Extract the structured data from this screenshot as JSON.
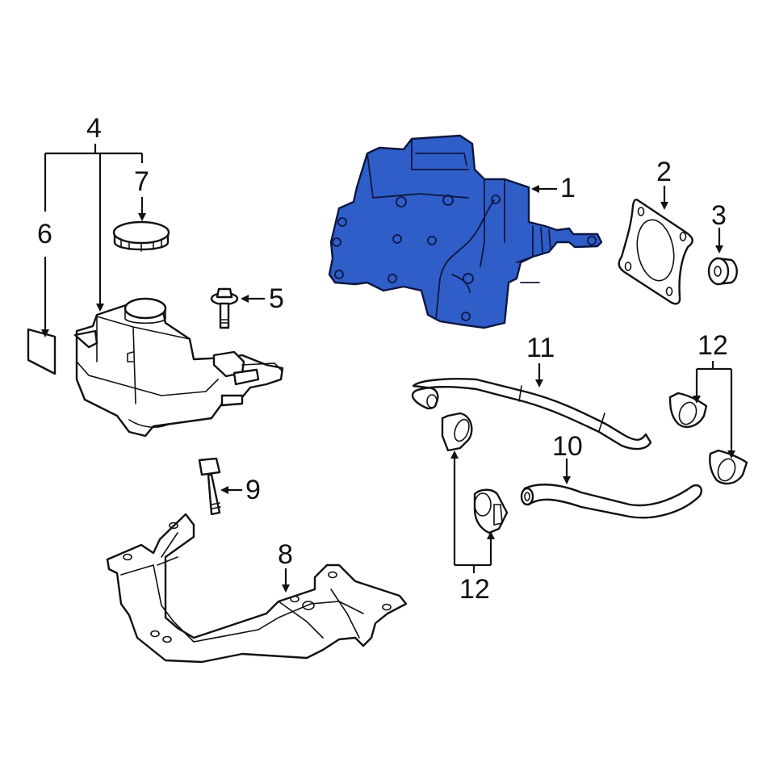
{
  "diagram": {
    "type": "exploded-parts-diagram",
    "highlight_color": "#2f5ec9",
    "outline_color": "#0e1640",
    "line_color": "#111111",
    "background": "#ffffff"
  },
  "parts": [
    {
      "number": "1",
      "name": "Brake booster / master cylinder assembly",
      "highlighted": true
    },
    {
      "number": "2",
      "name": "Gasket"
    },
    {
      "number": "3",
      "name": "Nut"
    },
    {
      "number": "4",
      "name": "Reservoir"
    },
    {
      "number": "5",
      "name": "Bolt"
    },
    {
      "number": "6",
      "name": "Label"
    },
    {
      "number": "7",
      "name": "Cap"
    },
    {
      "number": "8",
      "name": "Bracket"
    },
    {
      "number": "9",
      "name": "Bolt"
    },
    {
      "number": "10",
      "name": "Hose"
    },
    {
      "number": "11",
      "name": "Hose"
    },
    {
      "number": "12",
      "name": "Clamp"
    }
  ],
  "callouts": {
    "c1": "1",
    "c2": "2",
    "c3": "3",
    "c4": "4",
    "c5": "5",
    "c6": "6",
    "c7": "7",
    "c8": "8",
    "c9": "9",
    "c10": "10",
    "c11": "11",
    "c12a": "12",
    "c12b": "12"
  }
}
